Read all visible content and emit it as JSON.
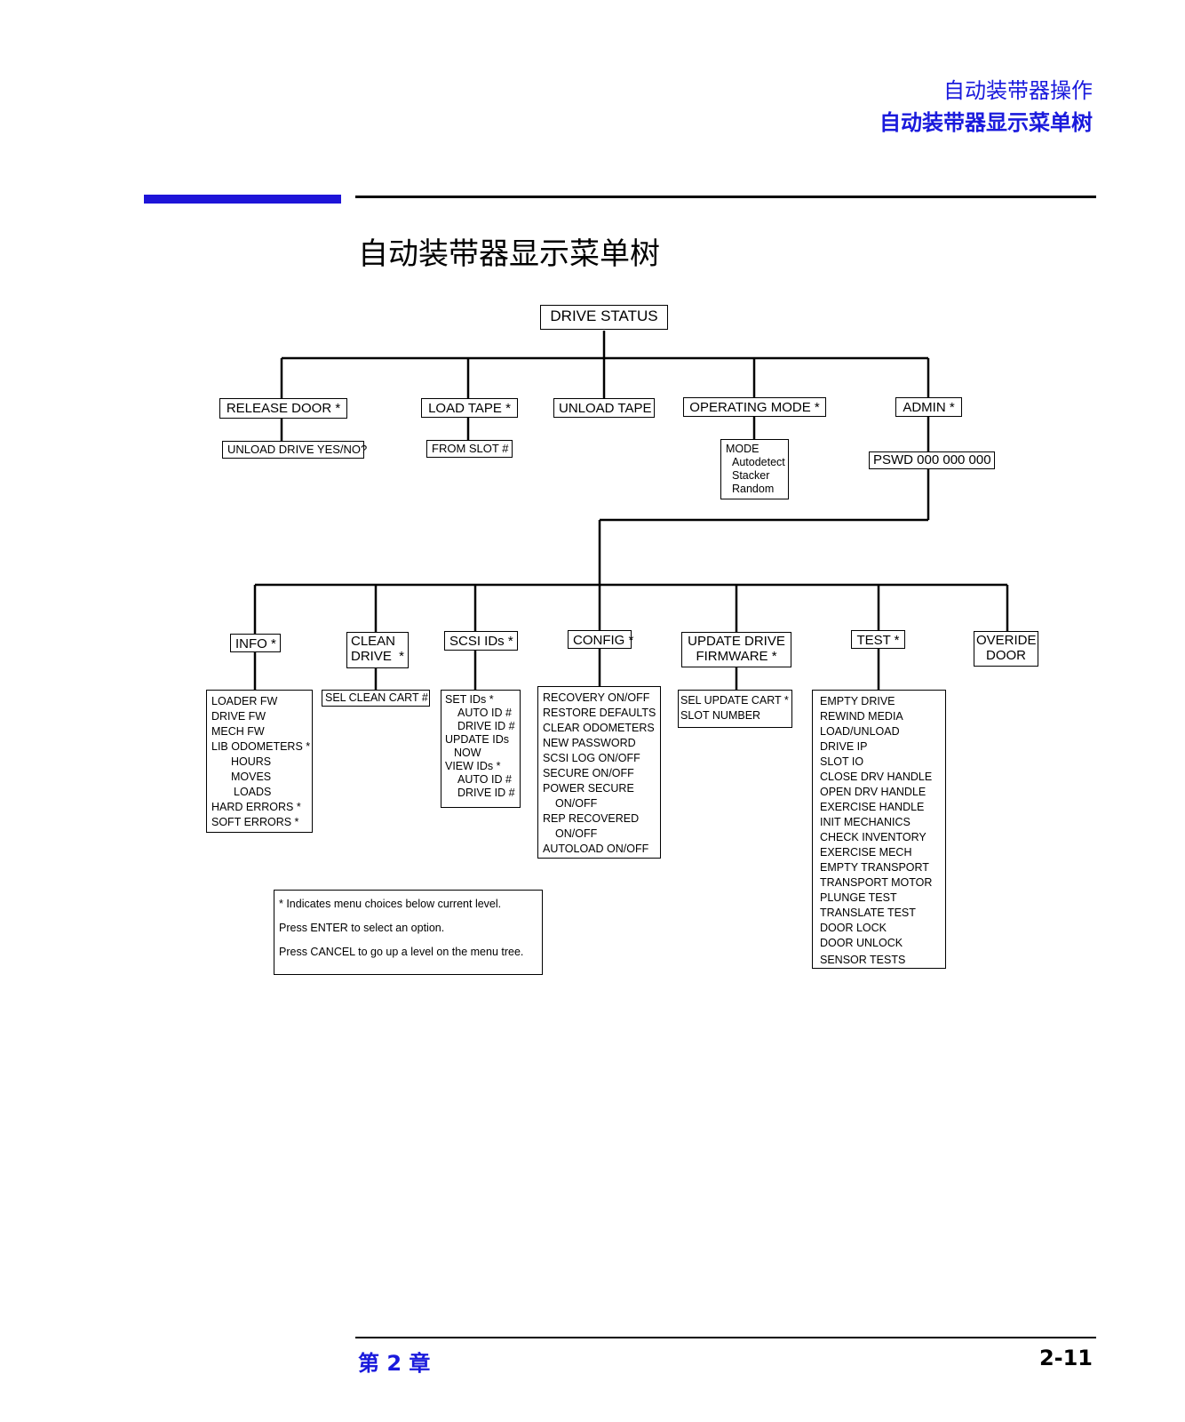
{
  "header": {
    "section": "自动装带器操作",
    "subsection": "自动装带器显示菜单树"
  },
  "title": "自动装带器显示菜单树",
  "colors": {
    "accent": "#1a1adc",
    "bar": "#1e14d8"
  },
  "diagram": {
    "root": "DRIVE STATUS",
    "level1": {
      "release_door": "RELEASE DOOR *",
      "load_tape": "LOAD TAPE *",
      "unload_tape": "UNLOAD TAPE",
      "operating_mode": "OPERATING MODE  *",
      "admin": "ADMIN  *"
    },
    "level1_children": {
      "unload_drive": "UNLOAD DRIVE YES/NO?",
      "from_slot": "FROM SLOT #",
      "mode": [
        "MODE",
        "Autodetect",
        "Stacker",
        "Random"
      ],
      "pswd": "PSWD 000 000 000"
    },
    "level2": {
      "info": "INFO *",
      "clean_drive": [
        "CLEAN",
        "DRIVE  *"
      ],
      "scsi_ids": "SCSI IDs *",
      "config": "CONFIG *",
      "update_fw": [
        "UPDATE DRIVE",
        "FIRMWARE *"
      ],
      "test": "TEST *",
      "overide_door": [
        "OVERIDE",
        "DOOR"
      ]
    },
    "level2_children": {
      "info": [
        "LOADER FW",
        "DRIVE FW",
        "MECH FW",
        "LIB ODOMETERS *",
        "HOURS",
        "MOVES",
        "LOADS",
        "HARD ERRORS *",
        "SOFT ERRORS *"
      ],
      "clean": "SEL CLEAN CART #",
      "scsi": [
        "SET IDs *",
        "AUTO ID #",
        "DRIVE ID #",
        "UPDATE IDs",
        "NOW",
        "VIEW IDs *",
        "AUTO ID #",
        "DRIVE ID #"
      ],
      "config": [
        "RECOVERY ON/OFF",
        "RESTORE DEFAULTS",
        "CLEAR ODOMETERS",
        "NEW PASSWORD",
        "SCSI LOG ON/OFF",
        "SECURE ON/OFF",
        "POWER SECURE",
        "ON/OFF",
        "REP RECOVERED",
        "ON/OFF",
        "AUTOLOAD ON/OFF"
      ],
      "update": [
        "SEL UPDATE CART *",
        "SLOT NUMBER"
      ],
      "test": [
        "EMPTY DRIVE",
        "REWIND MEDIA",
        "LOAD/UNLOAD",
        "DRIVE IP",
        "SLOT IO",
        "CLOSE DRV HANDLE",
        "OPEN DRV HANDLE",
        "EXERCISE HANDLE",
        "INIT MECHANICS",
        "CHECK INVENTORY",
        "EXERCISE MECH",
        "EMPTY TRANSPORT",
        "TRANSPORT MOTOR",
        "PLUNGE TEST",
        "TRANSLATE TEST",
        "DOOR LOCK",
        "DOOR UNLOCK",
        "SENSOR TESTS"
      ]
    },
    "legend": [
      "* Indicates menu choices below current level.",
      "Press ENTER to select an option.",
      "Press CANCEL to go up a level on the menu tree."
    ]
  },
  "footer": {
    "chapter": "第 2 章",
    "page": "2-11"
  }
}
